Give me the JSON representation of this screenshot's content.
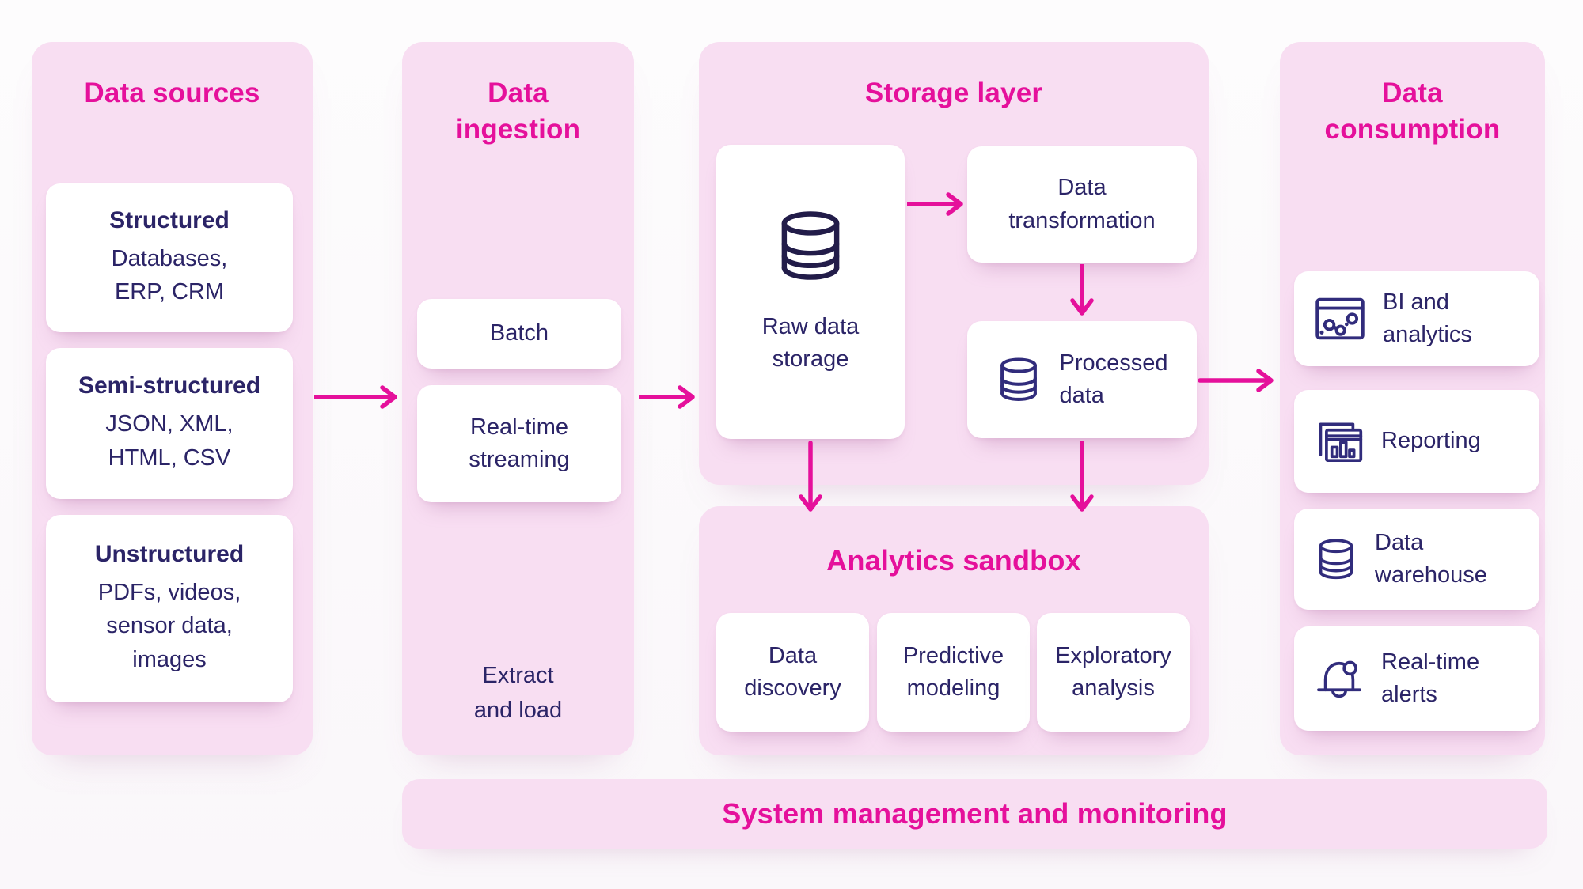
{
  "colors": {
    "magenta": "#e5109b",
    "panel_pink": "#f8def2",
    "navy_text": "#2b2467",
    "icon_indigo": "#312c7c",
    "raw_icon_navy": "#221c49",
    "card_white": "#ffffff"
  },
  "panels": {
    "sources": {
      "title": "Data sources",
      "cards": [
        {
          "title": "Structured",
          "body": "Databases,\nERP, CRM"
        },
        {
          "title": "Semi-structured",
          "body": "JSON, XML,\nHTML, CSV"
        },
        {
          "title": "Unstructured",
          "body": "PDFs, videos,\nsensor data,\nimages"
        }
      ]
    },
    "ingestion": {
      "title": "Data\ningestion",
      "cards": [
        {
          "label": "Batch"
        },
        {
          "label": "Real-time\nstreaming"
        }
      ],
      "footer": "Extract\nand load"
    },
    "storage": {
      "title": "Storage layer",
      "raw_card": {
        "label": "Raw data\nstorage",
        "icon": "database-icon"
      },
      "transform_card": {
        "label": "Data\ntransformation"
      },
      "processed_card": {
        "label": "Processed\ndata",
        "icon": "database-icon"
      }
    },
    "sandbox": {
      "title": "Analytics sandbox",
      "cards": [
        {
          "label": "Data\ndiscovery"
        },
        {
          "label": "Predictive\nmodeling"
        },
        {
          "label": "Exploratory\nanalysis"
        }
      ]
    },
    "consumption": {
      "title": "Data\nconsumption",
      "cards": [
        {
          "label": "BI and\nanalytics",
          "icon": "bi-analytics-icon"
        },
        {
          "label": "Reporting",
          "icon": "reporting-icon"
        },
        {
          "label": "Data\nwarehouse",
          "icon": "database-icon"
        },
        {
          "label": "Real-time\nalerts",
          "icon": "bell-icon"
        }
      ]
    },
    "management_bar": {
      "title": "System management and monitoring"
    }
  },
  "flows": [
    {
      "from": "Data sources",
      "to": "Data ingestion"
    },
    {
      "from": "Data ingestion",
      "to": "Storage layer"
    },
    {
      "from": "Raw data storage",
      "to": "Data transformation"
    },
    {
      "from": "Data transformation",
      "to": "Processed data"
    },
    {
      "from": "Processed data",
      "to": "Data consumption"
    },
    {
      "from": "Raw data storage",
      "to": "Analytics sandbox"
    },
    {
      "from": "Processed data",
      "to": "Analytics sandbox"
    }
  ]
}
